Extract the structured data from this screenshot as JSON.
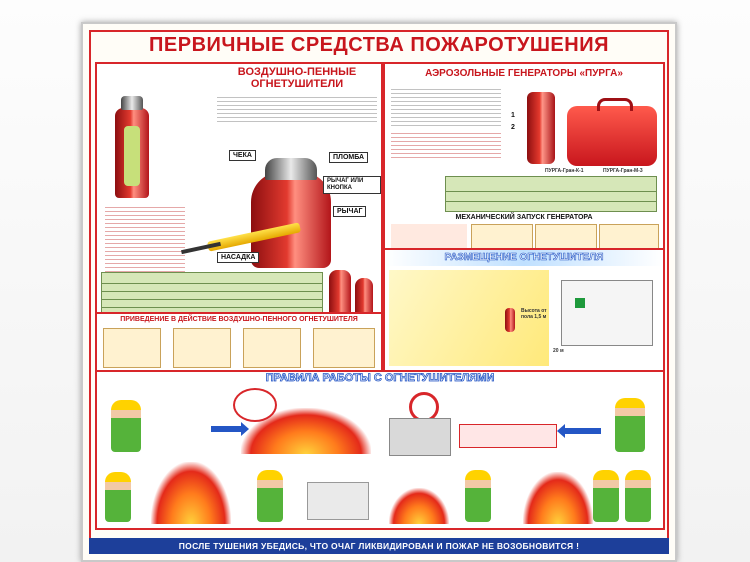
{
  "poster": {
    "title": "ПЕРВИЧНЫЕ СРЕДСТВА ПОЖАРОТУШЕНИЯ",
    "foam": {
      "heading_line1": "ВОЗДУШНО-ПЕННЫЕ",
      "heading_line2": "ОГНЕТУШИТЕЛИ",
      "callouts": {
        "check": "ЧЕКА",
        "seal": "ПЛОМБА",
        "lever_or_button": "РЫЧАГ ИЛИ КНОПКА",
        "lever": "РЫЧАГ",
        "nozzle": "НАСАДКА"
      },
      "activation_title": "ПРИВЕДЕНИЕ В ДЕЙСТВИЕ ВОЗДУШНО-ПЕННОГО ОГНЕТУШИТЕЛЯ"
    },
    "aerosol": {
      "heading": "АЭРОЗОЛЬНЫЕ ГЕНЕРАТОРЫ «ПУРГА»",
      "label_1": "1",
      "label_2": "2",
      "model_1": "ПУРГА-Гран-К-1",
      "model_2": "ПУРГА-Гран-М-3",
      "mechanical_start": "МЕХАНИЧЕСКИЙ ЗАПУСК ГЕНЕРАТОРА"
    },
    "placement": {
      "heading": "РАЗМЕЩЕНИЕ ОГНЕТУШИТЕЛЯ",
      "height_label": "Высота от пола 1,5 м",
      "distance_label": "20 м"
    },
    "rules": {
      "heading": "ПРАВИЛА РАБОТЫ С ОГНЕТУШИТЕЛЯМИ"
    },
    "footer": "ПОСЛЕ ТУШЕНИЯ УБЕДИСЬ, ЧТО ОЧАГ ЛИКВИДИРОВАН И ПОЖАР НЕ ВОЗОБНОВИТСЯ !"
  }
}
